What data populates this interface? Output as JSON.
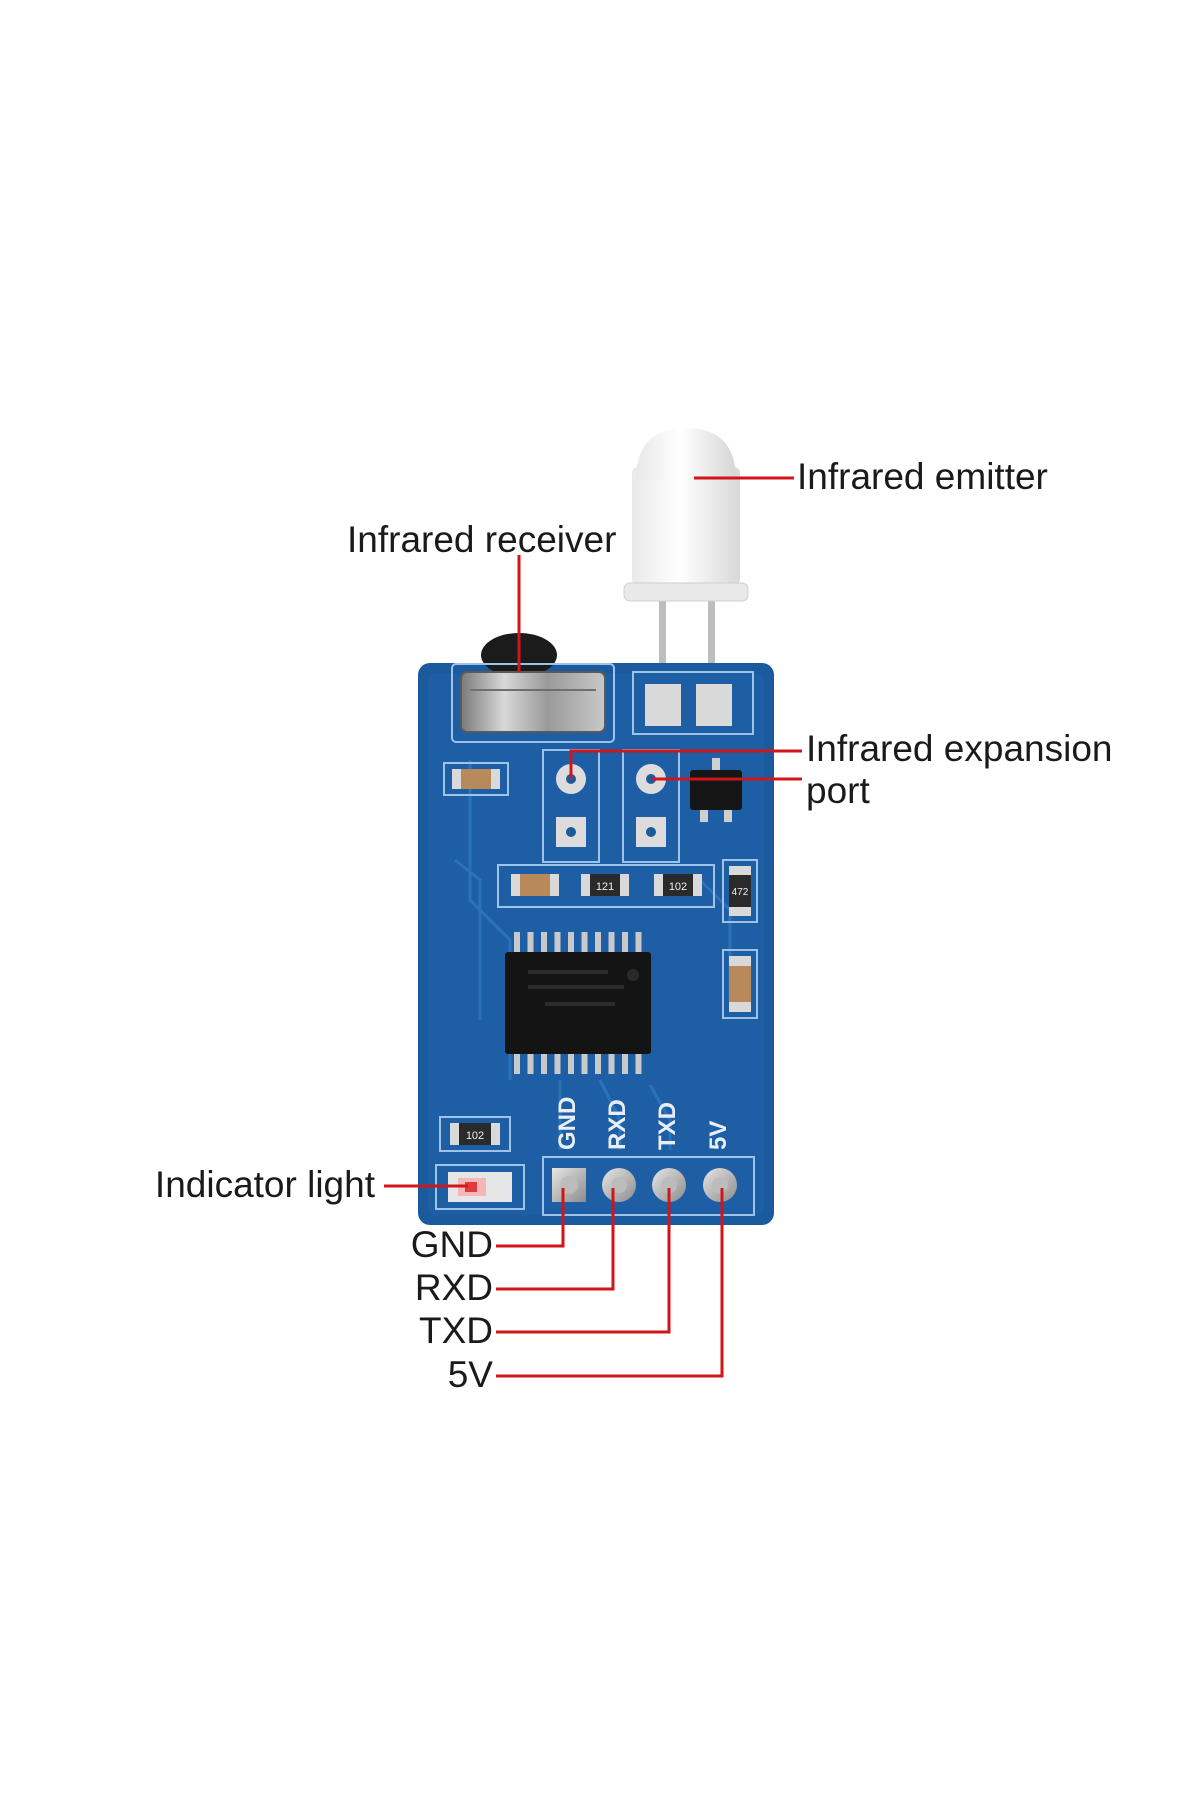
{
  "labels": {
    "infrared_emitter": "Infrared emitter",
    "infrared_receiver": "Infrared receiver",
    "infrared_expansion_port_line1": "Infrared expansion",
    "infrared_expansion_port_line2": "port",
    "indicator_light": "Indicator light",
    "gnd": "GND",
    "rxd": "RXD",
    "txd": "TXD",
    "five_v": "5V"
  },
  "silkscreen": {
    "pin_gnd": "GND",
    "pin_rxd": "RXD",
    "pin_txd": "TXD",
    "pin_5v": "5V",
    "res_a": "121",
    "res_b": "102",
    "res_c": "472",
    "res_d": "102"
  },
  "colors": {
    "leader_line": "#d0161b",
    "pcb": "#1c5a9e",
    "pcb_dark": "#0f3f78",
    "text": "#1a1a1a"
  }
}
